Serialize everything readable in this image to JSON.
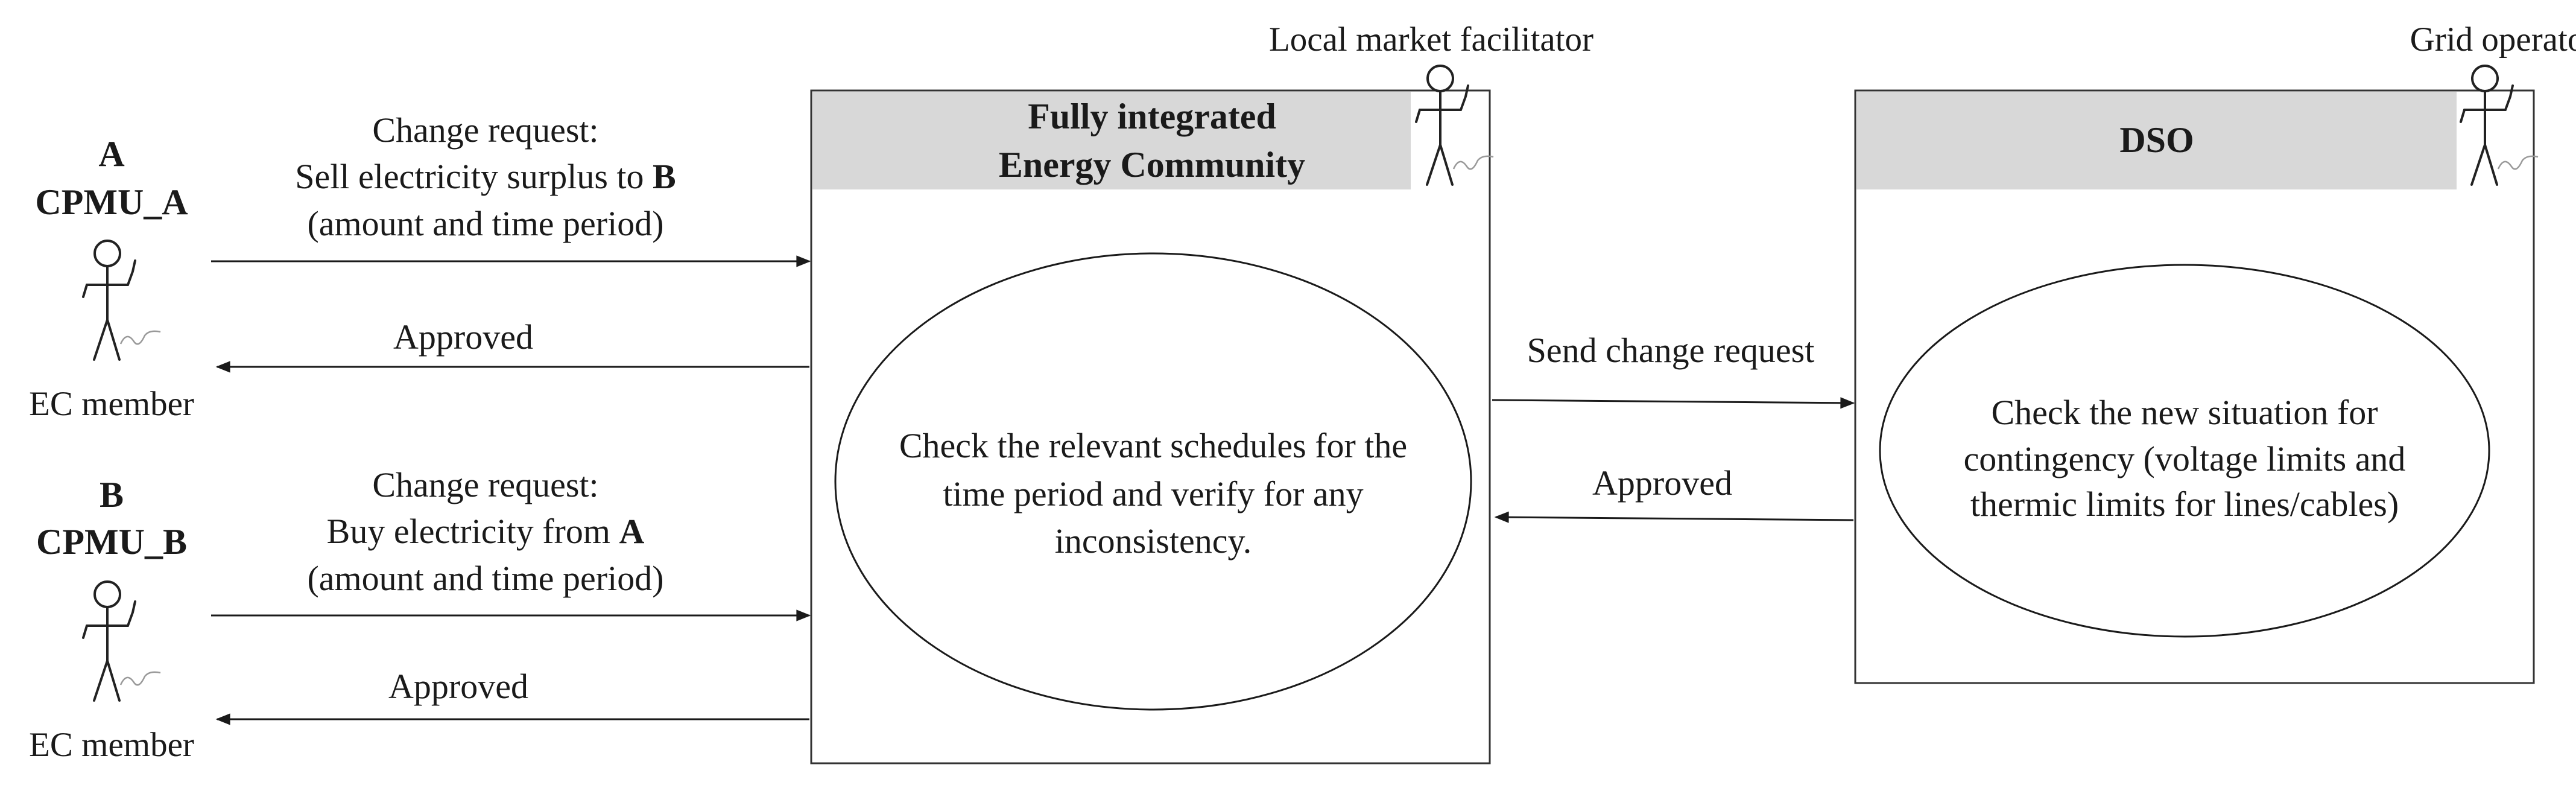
{
  "actors": {
    "member_a": {
      "letter": "A",
      "name": "CPMU_A",
      "role": "EC member"
    },
    "member_b": {
      "letter": "B",
      "name": "CPMU_B",
      "role": "EC member"
    },
    "facilitator": {
      "role": "Local market facilitator"
    },
    "grid_operator": {
      "role": "Grid operator"
    }
  },
  "boxes": {
    "energy_community": {
      "title_line1": "Fully integrated",
      "title_line2": "Energy Community",
      "process_line1": "Check the relevant schedules for the",
      "process_line2": "time period and verify for any",
      "process_line3": "inconsistency."
    },
    "dso": {
      "title": "DSO",
      "process_line1": "Check the new situation for",
      "process_line2": "contingency (voltage  limits and",
      "process_line3": "thermic limits for lines/cables)"
    }
  },
  "messages": {
    "request_a": {
      "line1": "Change request:",
      "line2_prefix": "Sell electricity surplus to ",
      "line2_bold": "B",
      "line3": "(amount and time period)"
    },
    "approved_a": "Approved",
    "request_b": {
      "line1": "Change request:",
      "line2_prefix": "Buy electricity from ",
      "line2_bold": "A",
      "line3": "(amount and time period)"
    },
    "approved_b": "Approved",
    "send_to_dso": "Send change request",
    "approved_dso": "Approved"
  }
}
